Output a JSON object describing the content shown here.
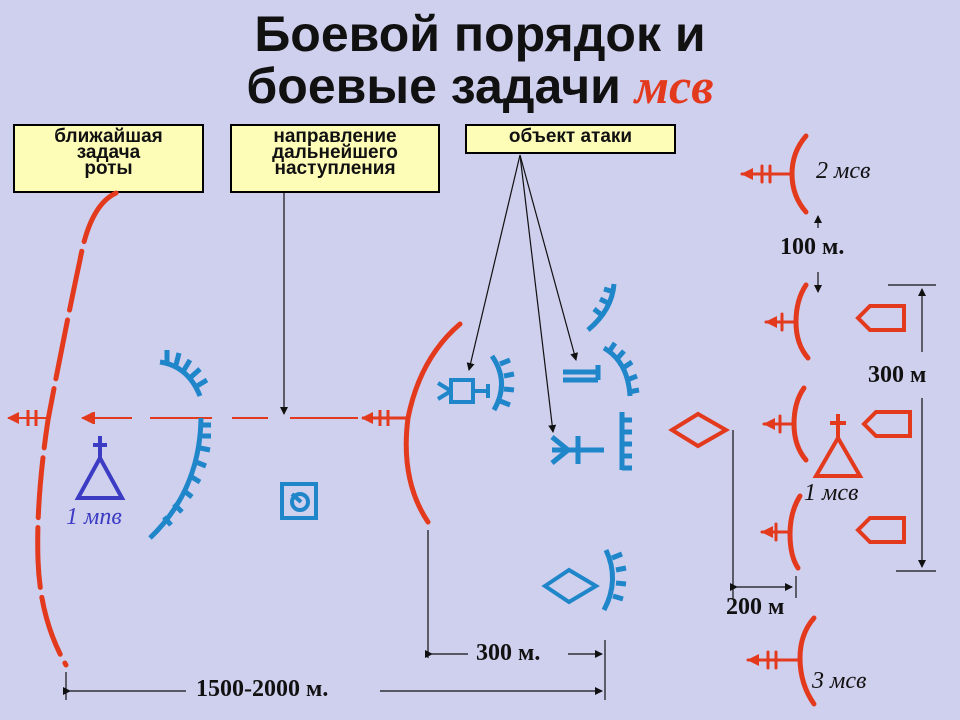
{
  "title": {
    "line1": "Боевой порядок и",
    "line2_prefix": "боевые задачи ",
    "line2_accent": "мсв"
  },
  "callouts": {
    "nearest_task": [
      "ближайшая",
      "задача",
      "роты"
    ],
    "direction": [
      "направление",
      "дальнейшего",
      "наступления"
    ],
    "attack_object": "объект атаки"
  },
  "units": {
    "mpv": "1 мпв",
    "msv1": "1 мсв",
    "msv2": "2 мсв",
    "msv3": "3 мсв"
  },
  "distances": {
    "d100": "100 м.",
    "d300v": "300 м",
    "d200": "200 м",
    "d300h": "300 м.",
    "d_total": "1500-2000 м."
  },
  "colors": {
    "background": "#cfcfee",
    "own_forces": "#e33a1e",
    "enemy": "#1f86c9",
    "mpv": "#3b3bc4",
    "note_fill": "#fefdb8"
  }
}
